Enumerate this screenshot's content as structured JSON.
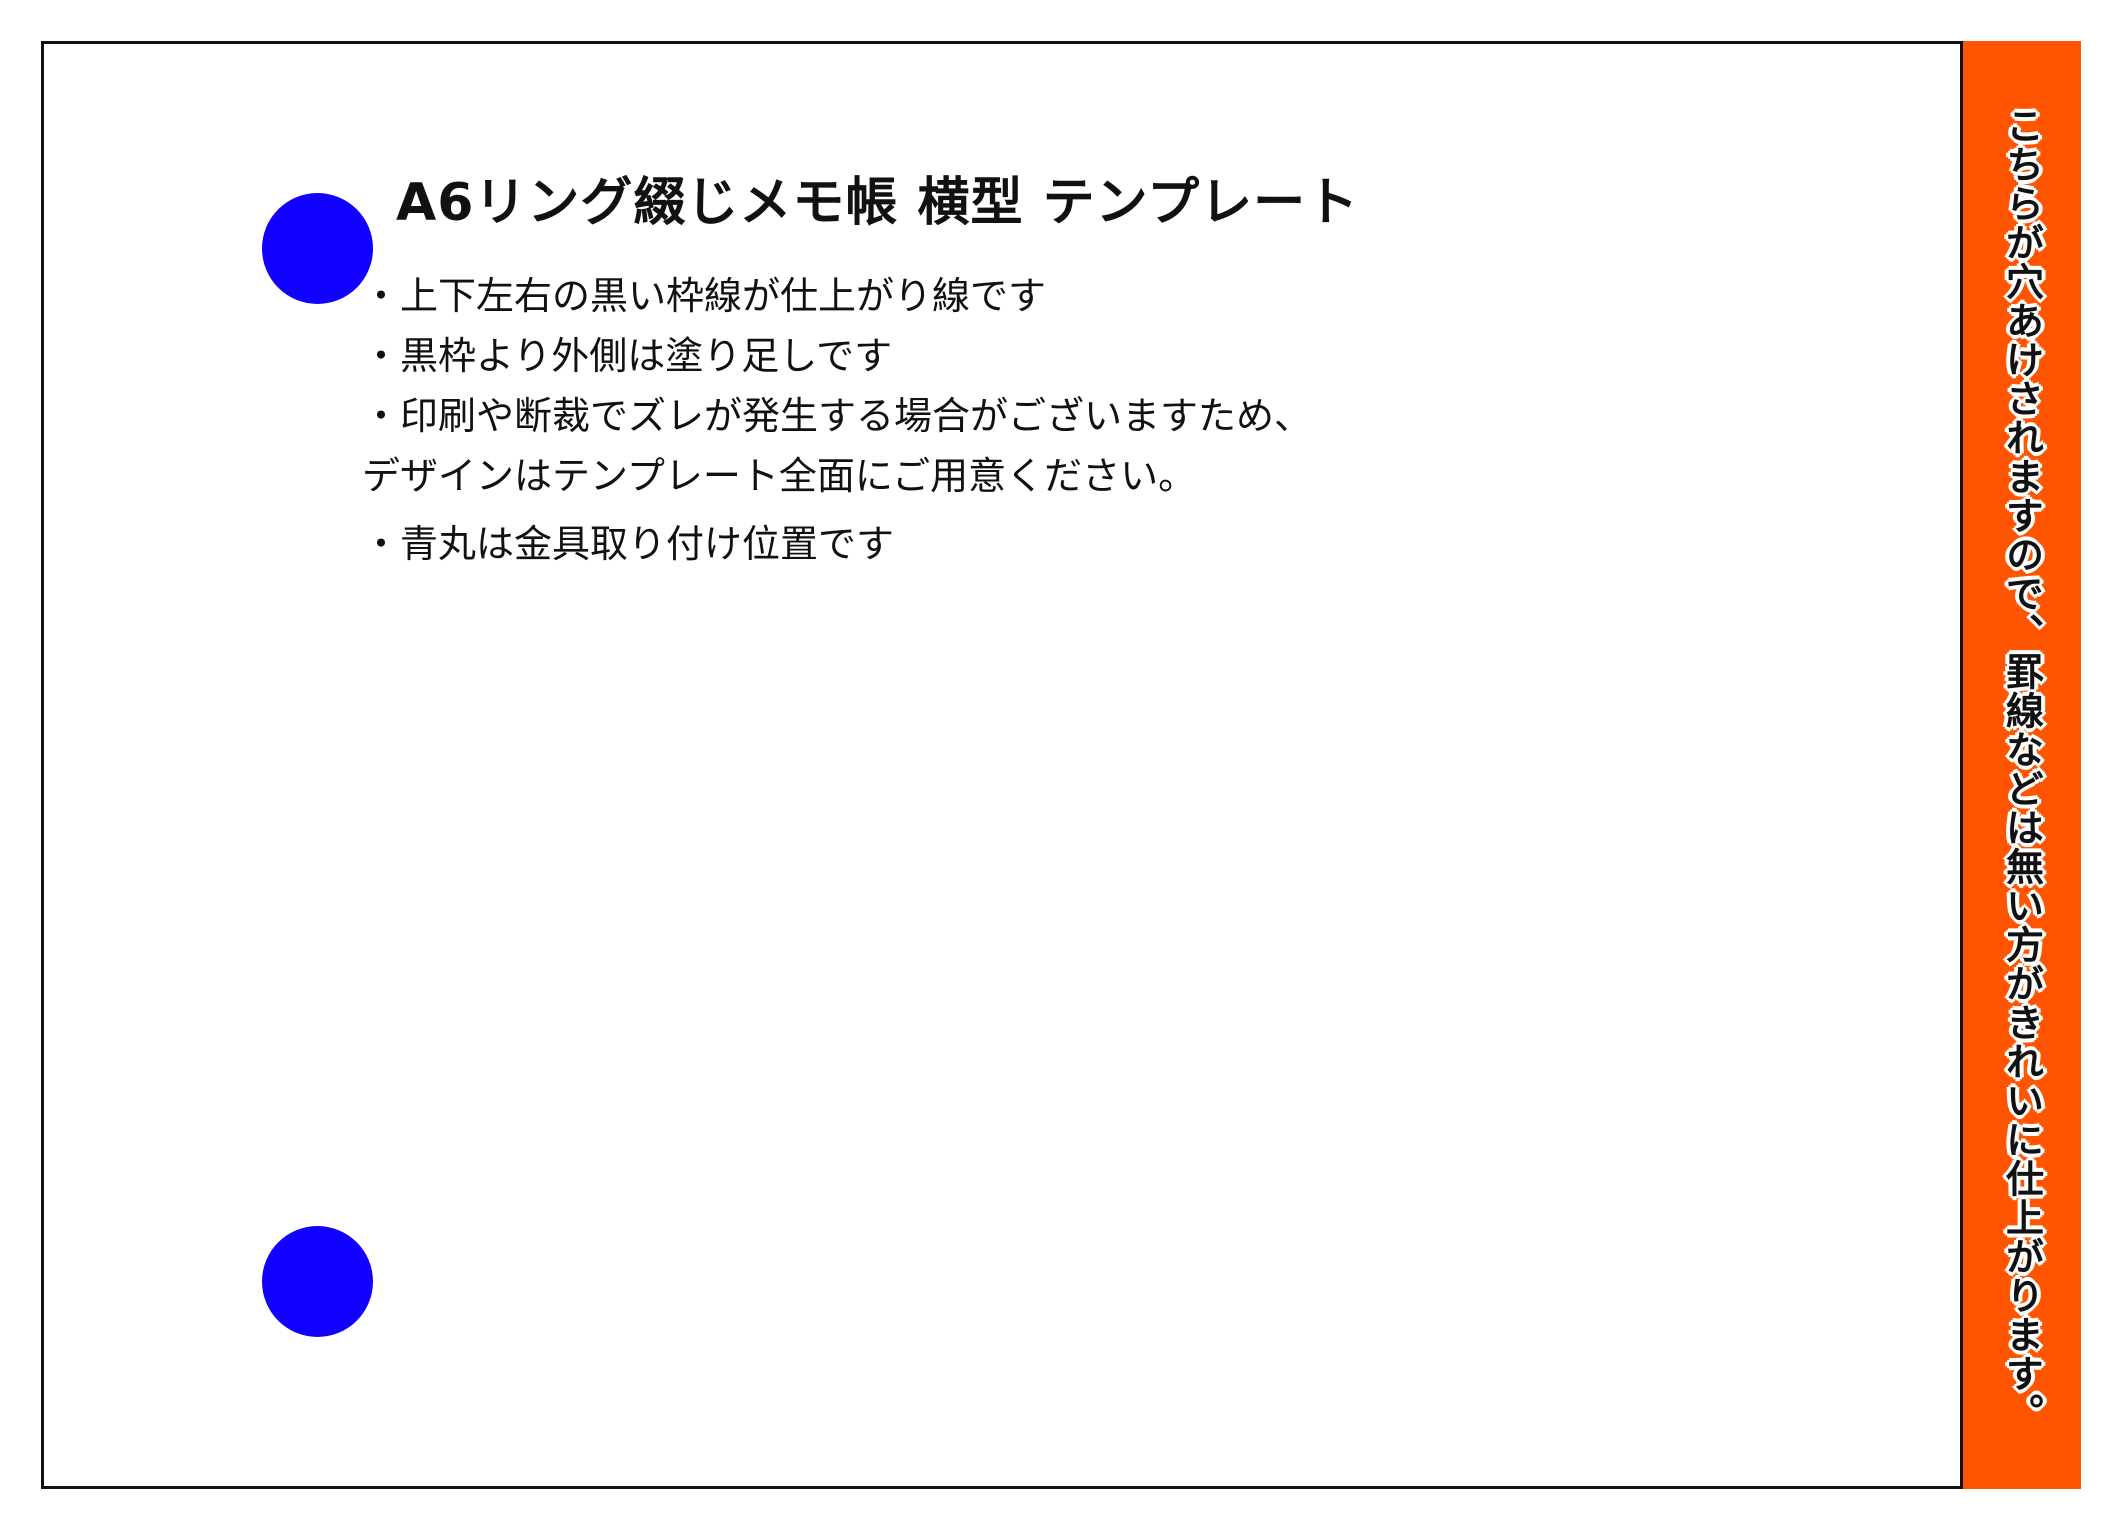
{
  "title": "A6リング綴じメモ帳 横型 テンプレート",
  "notes": [
    "・上下左右の黒い枠線が仕上がり線です",
    "・黒枠より外側は塗り足しです",
    "・印刷や断裁でズレが発生する場合がございますため、",
    "デザインはテンプレート全面にご用意ください。",
    "・青丸は金具取り付け位置です"
  ],
  "side_note": "こちらが穴あけされますので、罫線などは無い方がきれいに仕上がります。",
  "colors": {
    "hole": "#1100ff",
    "side_band": "#ff5500",
    "border": "#111111",
    "background": "#ffffff"
  }
}
